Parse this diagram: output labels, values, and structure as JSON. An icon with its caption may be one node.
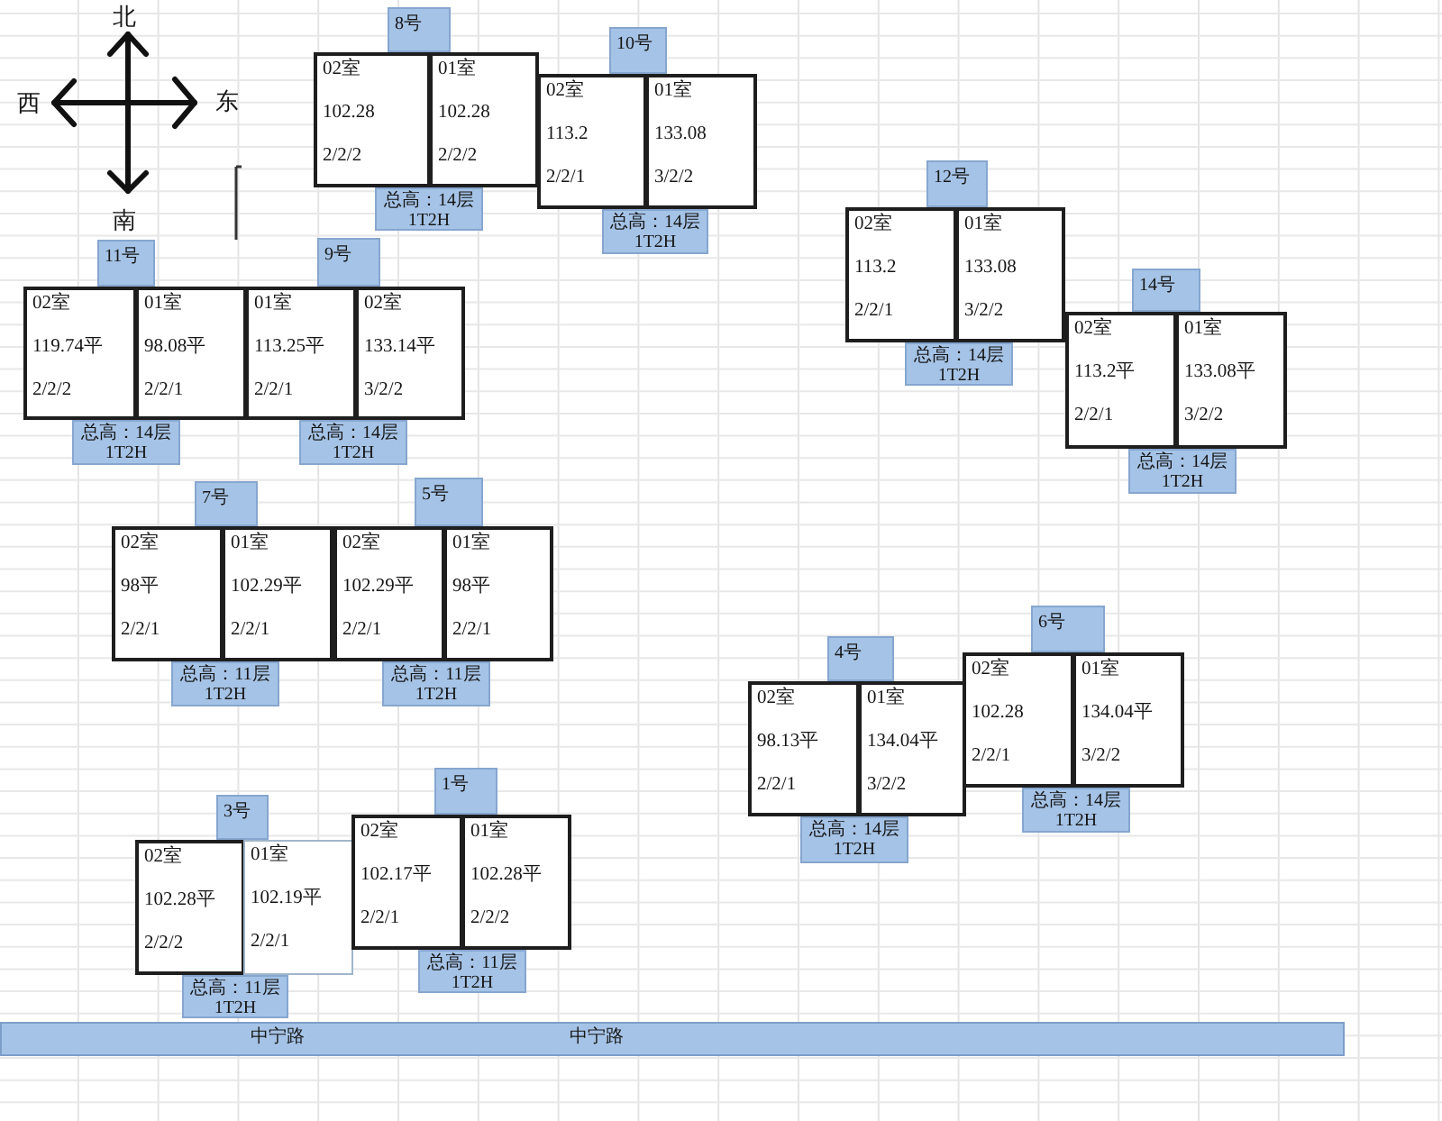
{
  "diagram": {
    "nodes": [
      {
        "text": [
          "8号"
        ]
      },
      {
        "text": [
          "02室",
          "102.28",
          "2/2/2"
        ]
      },
      {
        "text": [
          "01室",
          "102.28",
          "2/2/2"
        ]
      },
      {
        "text": [
          "总高：14层 1T2H"
        ]
      },
      {
        "text": [
          "10号"
        ]
      },
      {
        "text": [
          "02室",
          "113.2",
          "2/2/1"
        ]
      },
      {
        "text": [
          "01室",
          "133.08",
          "3/2/2"
        ]
      },
      {
        "text": [
          "总高：14层 1T2H"
        ]
      },
      {
        "text": [
          "11号"
        ]
      },
      {
        "text": [
          "02室",
          "119.74平",
          "2/2/2"
        ]
      },
      {
        "text": [
          "01室",
          "98.08平",
          "2/2/1"
        ]
      },
      {
        "text": [
          "总高：14层 1T2H"
        ]
      },
      {
        "text": [
          "9号"
        ]
      },
      {
        "text": [
          "01室",
          "113.25平",
          "2/2/1"
        ]
      },
      {
        "text": [
          "02室",
          "133.14平",
          "3/2/2"
        ]
      },
      {
        "text": [
          "总高：14层 1T2H"
        ]
      },
      {
        "text": [
          "12号"
        ]
      },
      {
        "text": [
          "02室",
          "113.2",
          "2/2/1"
        ]
      },
      {
        "text": [
          "01室",
          "133.08",
          "3/2/2"
        ]
      },
      {
        "text": [
          "总高：14层 1T2H"
        ]
      },
      {
        "text": [
          "14号"
        ]
      },
      {
        "text": [
          "02室",
          "113.2平",
          "2/2/1"
        ]
      },
      {
        "text": [
          "01室",
          "133.08平",
          "3/2/2"
        ]
      },
      {
        "text": [
          "总高：14层 1T2H"
        ]
      },
      {
        "text": [
          "7号"
        ]
      },
      {
        "text": [
          "02室",
          "98平",
          "2/2/1"
        ]
      },
      {
        "text": [
          "01室",
          "102.29平",
          "2/2/1"
        ]
      },
      {
        "text": [
          "总高：11层 1T2H"
        ]
      },
      {
        "text": [
          "5号"
        ]
      },
      {
        "text": [
          "02室",
          "102.29平",
          "2/2/1"
        ]
      },
      {
        "text": [
          "01室",
          "98平",
          "2/2/1"
        ]
      },
      {
        "text": [
          "总高：11层 1T2H"
        ]
      },
      {
        "text": [
          "4号"
        ]
      },
      {
        "text": [
          "02室",
          "98.13平",
          "2/2/1"
        ]
      },
      {
        "text": [
          "01室",
          "134.04平",
          "3/2/2"
        ]
      },
      {
        "text": [
          "总高：14层 1T2H"
        ]
      },
      {
        "text": [
          "6号"
        ]
      },
      {
        "text": [
          "02室",
          "102.28",
          "2/2/1"
        ]
      },
      {
        "text": [
          "01室",
          "134.04平",
          "3/2/2"
        ]
      },
      {
        "text": [
          "总高：14层 1T2H"
        ]
      },
      {
        "text": [
          "3号"
        ]
      },
      {
        "text": [
          "02室",
          "102.28平",
          "2/2/2"
        ]
      },
      {
        "text": [
          "01室",
          "102.19平",
          "2/2/1"
        ]
      },
      {
        "text": [
          "总高：11层 1T2H"
        ]
      },
      {
        "text": [
          "1号"
        ]
      },
      {
        "text": [
          "02室",
          "102.17平",
          "2/2/1"
        ]
      },
      {
        "text": [
          "01室",
          "102.28平",
          "2/2/2"
        ]
      },
      {
        "text": [
          "总高：11层 1T2H"
        ]
      },
      {
        "text": [
          "中宁路",
          "中宁路"
        ]
      }
    ],
    "labels": [
      "北",
      "西",
      "东",
      "南"
    ]
  }
}
